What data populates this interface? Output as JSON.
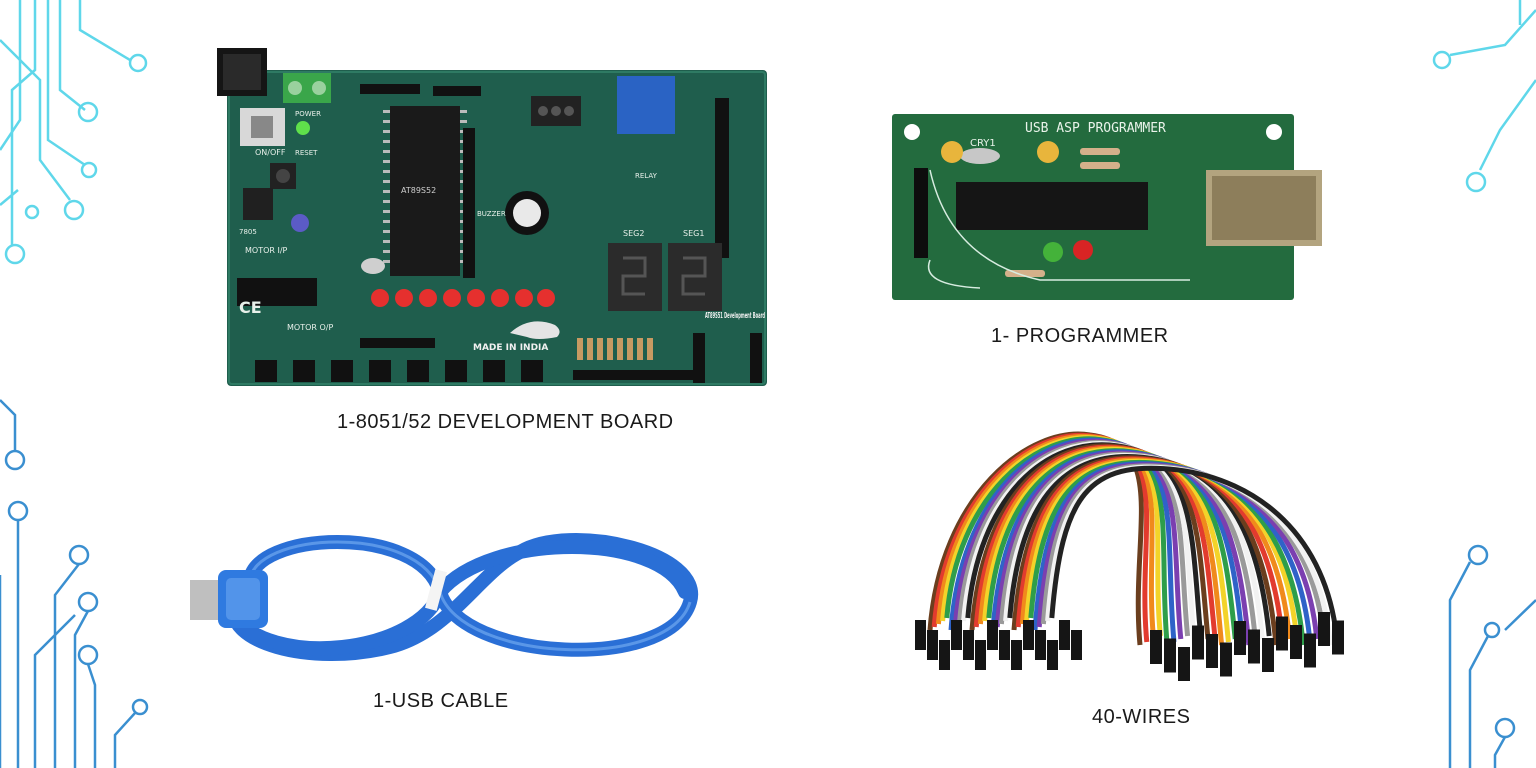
{
  "slide": {
    "items": [
      {
        "id": "dev-board",
        "caption": "1-8051/52 DEVELOPMENT BOARD"
      },
      {
        "id": "programmer",
        "caption": "1- PROGRAMMER"
      },
      {
        "id": "usb-cable",
        "caption": "1-USB CABLE"
      },
      {
        "id": "wires",
        "caption": "40-WIRES"
      }
    ]
  },
  "board_labels": {
    "made_in": "MADE IN INDIA",
    "chip": "AT89S52",
    "board_name": "AT89S51 Development Board",
    "seg1": "SEG1",
    "seg2": "SEG2",
    "power": "POWER",
    "onoff": "ON/OFF",
    "reset": "RESET",
    "buzzer": "BUZZER",
    "relay": "RELAY",
    "motor_ip": "MOTOR I/P",
    "motor_op": "MOTOR O/P",
    "ce": "CE",
    "regulator": "7805"
  },
  "programmer_labels": {
    "title": "USB ASP PROGRAMMER",
    "crystal": "CRY1"
  },
  "colors": {
    "pcb_green": "#1f5e4d",
    "circuit_cyan": "#4fd3e8",
    "circuit_blue": "#3a8fd0",
    "cable_blue": "#2a6fd6"
  }
}
